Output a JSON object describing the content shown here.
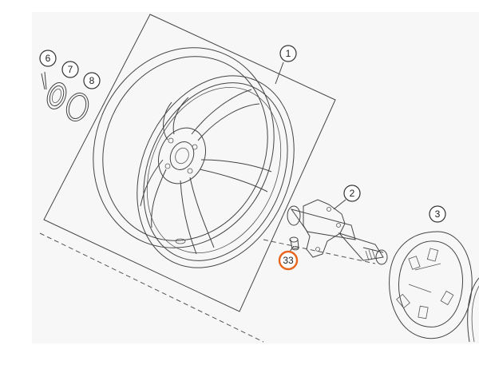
{
  "diagram": {
    "callouts": [
      {
        "id": "6",
        "label": "6"
      },
      {
        "id": "7",
        "label": "7"
      },
      {
        "id": "8",
        "label": "8"
      },
      {
        "id": "1",
        "label": "1"
      },
      {
        "id": "2",
        "label": "2"
      },
      {
        "id": "3",
        "label": "3"
      },
      {
        "id": "33",
        "label": "33",
        "highlight": true
      }
    ],
    "colors": {
      "highlight": "#e8651e",
      "line": "#444444",
      "background": "#ffffff",
      "panel": "#f4f4f4"
    }
  }
}
